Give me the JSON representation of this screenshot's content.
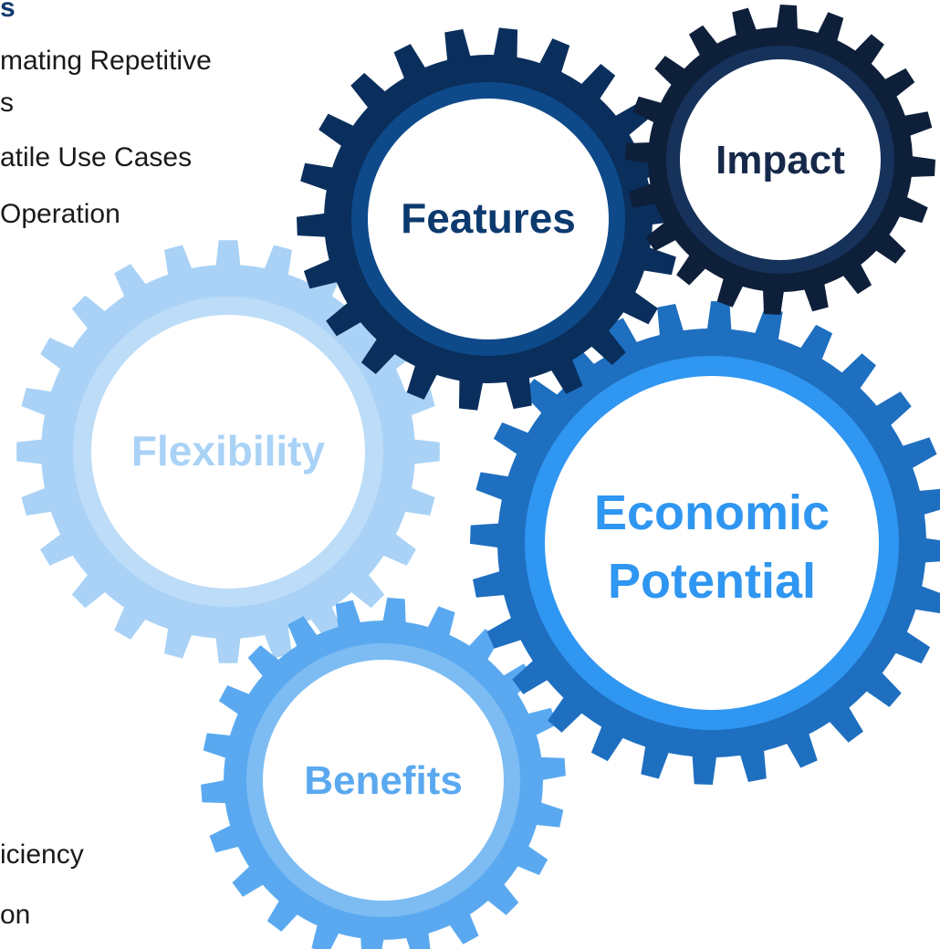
{
  "left_text": {
    "heading": "s",
    "lines": [
      "mating Repetitive",
      "s",
      "atile Use Cases",
      "Operation"
    ],
    "bottom_lines": [
      "iciency",
      "on"
    ]
  },
  "gears": [
    {
      "key": "flexibility",
      "label_lines": [
        "Flexibility"
      ],
      "color": "#a9d2f6",
      "rim_color": "#bcdcf8",
      "text_color": "#a9d2f6"
    },
    {
      "key": "benefits",
      "label_lines": [
        "Benefits"
      ],
      "color": "#5aa9f0",
      "rim_color": "#7dbcf3",
      "text_color": "#5aa9f0"
    },
    {
      "key": "economic",
      "label_lines": [
        "Economic",
        "Potential"
      ],
      "color": "#1e6fc0",
      "rim_color": "#2f96f2",
      "text_color": "#2f96f2"
    },
    {
      "key": "features",
      "label_lines": [
        "Features"
      ],
      "color": "#0a2f5c",
      "rim_color": "#0e4a8a",
      "text_color": "#0d3a6e"
    },
    {
      "key": "impact",
      "label_lines": [
        "Impact"
      ],
      "color": "#0e1f3a",
      "rim_color": "#16325a",
      "text_color": "#16294a"
    }
  ]
}
